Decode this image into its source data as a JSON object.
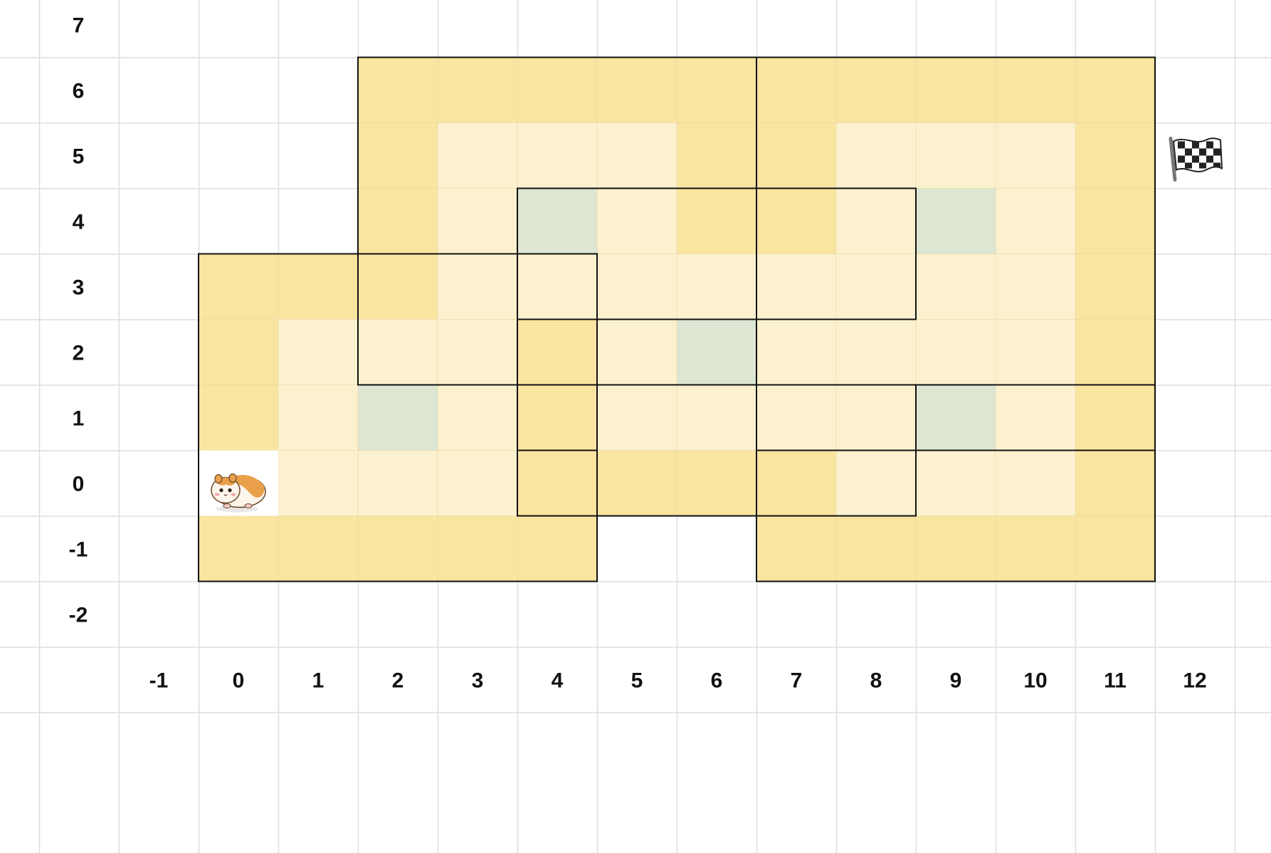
{
  "grid": {
    "x_range": [
      -1,
      12
    ],
    "y_range": [
      -2,
      7
    ],
    "x_labels": [
      "-1",
      "0",
      "1",
      "2",
      "3",
      "4",
      "5",
      "6",
      "7",
      "8",
      "9",
      "10",
      "11",
      "12"
    ],
    "y_labels": [
      "7",
      "6",
      "5",
      "4",
      "3",
      "2",
      "1",
      "0",
      "-1",
      "-2"
    ]
  },
  "colors": {
    "background": "#ffffff",
    "grid_line": "#dddddd",
    "wall": "#f9e4a0",
    "floor": "#fcf1cf",
    "bonus": "#dce6d3",
    "region_border": "#111111"
  },
  "board": {
    "walls": [
      [
        2,
        6
      ],
      [
        3,
        6
      ],
      [
        4,
        6
      ],
      [
        5,
        6
      ],
      [
        6,
        6
      ],
      [
        7,
        6
      ],
      [
        8,
        6
      ],
      [
        9,
        6
      ],
      [
        10,
        6
      ],
      [
        11,
        6
      ],
      [
        2,
        5
      ],
      [
        6,
        5
      ],
      [
        7,
        5
      ],
      [
        11,
        5
      ],
      [
        2,
        4
      ],
      [
        6,
        4
      ],
      [
        7,
        4
      ],
      [
        11,
        4
      ],
      [
        0,
        3
      ],
      [
        1,
        3
      ],
      [
        2,
        3
      ],
      [
        11,
        3
      ],
      [
        0,
        2
      ],
      [
        4,
        2
      ],
      [
        11,
        2
      ],
      [
        0,
        1
      ],
      [
        4,
        1
      ],
      [
        11,
        1
      ],
      [
        4,
        0
      ],
      [
        5,
        0
      ],
      [
        6,
        0
      ],
      [
        7,
        0
      ],
      [
        11,
        0
      ],
      [
        0,
        -1
      ],
      [
        1,
        -1
      ],
      [
        2,
        -1
      ],
      [
        3,
        -1
      ],
      [
        4,
        -1
      ],
      [
        7,
        -1
      ],
      [
        8,
        -1
      ],
      [
        9,
        -1
      ],
      [
        10,
        -1
      ],
      [
        11,
        -1
      ]
    ],
    "floor": [
      [
        3,
        5
      ],
      [
        4,
        5
      ],
      [
        5,
        5
      ],
      [
        8,
        5
      ],
      [
        9,
        5
      ],
      [
        10,
        5
      ],
      [
        3,
        4
      ],
      [
        5,
        4
      ],
      [
        8,
        4
      ],
      [
        10,
        4
      ],
      [
        3,
        3
      ],
      [
        4,
        3
      ],
      [
        5,
        3
      ],
      [
        6,
        3
      ],
      [
        7,
        3
      ],
      [
        8,
        3
      ],
      [
        9,
        3
      ],
      [
        10,
        3
      ],
      [
        1,
        2
      ],
      [
        2,
        2
      ],
      [
        3,
        2
      ],
      [
        5,
        2
      ],
      [
        7,
        2
      ],
      [
        8,
        2
      ],
      [
        9,
        2
      ],
      [
        10,
        2
      ],
      [
        1,
        1
      ],
      [
        3,
        1
      ],
      [
        5,
        1
      ],
      [
        6,
        1
      ],
      [
        7,
        1
      ],
      [
        8,
        1
      ],
      [
        10,
        1
      ],
      [
        1,
        0
      ],
      [
        2,
        0
      ],
      [
        3,
        0
      ],
      [
        8,
        0
      ],
      [
        9,
        0
      ],
      [
        10,
        0
      ]
    ],
    "bonus_tiles": [
      [
        4,
        4
      ],
      [
        9,
        4
      ],
      [
        6,
        2
      ],
      [
        2,
        1
      ],
      [
        9,
        1
      ]
    ],
    "regions": [
      {
        "x0": 2,
        "x1": 7,
        "y0": 2,
        "y1": 7
      },
      {
        "x0": 7,
        "x1": 12,
        "y0": 1,
        "y1": 7
      },
      {
        "x0": 4,
        "x1": 9,
        "y0": 3,
        "y1": 5
      },
      {
        "x0": 4,
        "x1": 5,
        "y0": 1,
        "y1": 4
      },
      {
        "x0": 0,
        "x1": 5,
        "y0": -1,
        "y1": 4
      },
      {
        "x0": 4,
        "x1": 9,
        "y0": 0,
        "y1": 2
      },
      {
        "x0": 7,
        "x1": 12,
        "y0": -1,
        "y1": 2
      }
    ]
  },
  "player": {
    "name": "hamster-icon",
    "x": 0,
    "y": 0
  },
  "goal": {
    "name": "checkered-flag-icon",
    "x": 12,
    "y": 5
  }
}
